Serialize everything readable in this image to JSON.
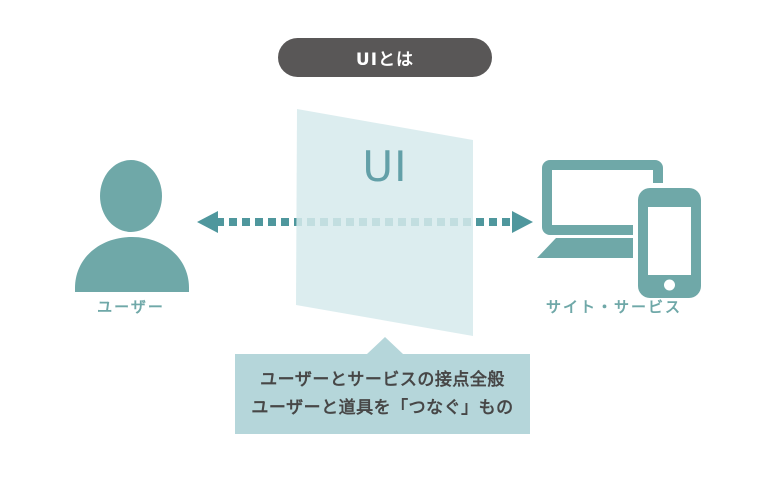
{
  "title_badge": {
    "label": "UIとは"
  },
  "diagram": {
    "user": {
      "label": "ユーザー",
      "icon": "person-icon"
    },
    "interface": {
      "label": "UI",
      "icon": "ui-panel"
    },
    "service": {
      "label": "サイト・サービス",
      "icons": [
        "laptop-icon",
        "smartphone-icon"
      ]
    },
    "connection": {
      "icon": "dotted-double-arrow"
    }
  },
  "callout": {
    "lines": {
      "0": "ユーザーとサービスの接点全般",
      "1": "ユーザーと道具を「つなぐ」もの"
    }
  },
  "colors": {
    "accent_teal": "#6fa8a8",
    "arrow_teal": "#4f979d",
    "panel_light": "#dcebed",
    "panel_text": "#63a0a8",
    "callout_bg": "#b5d6da",
    "callout_text": "#474747",
    "badge_bg": "#595757",
    "badge_text": "#ffffff",
    "background": "#ffffff"
  }
}
